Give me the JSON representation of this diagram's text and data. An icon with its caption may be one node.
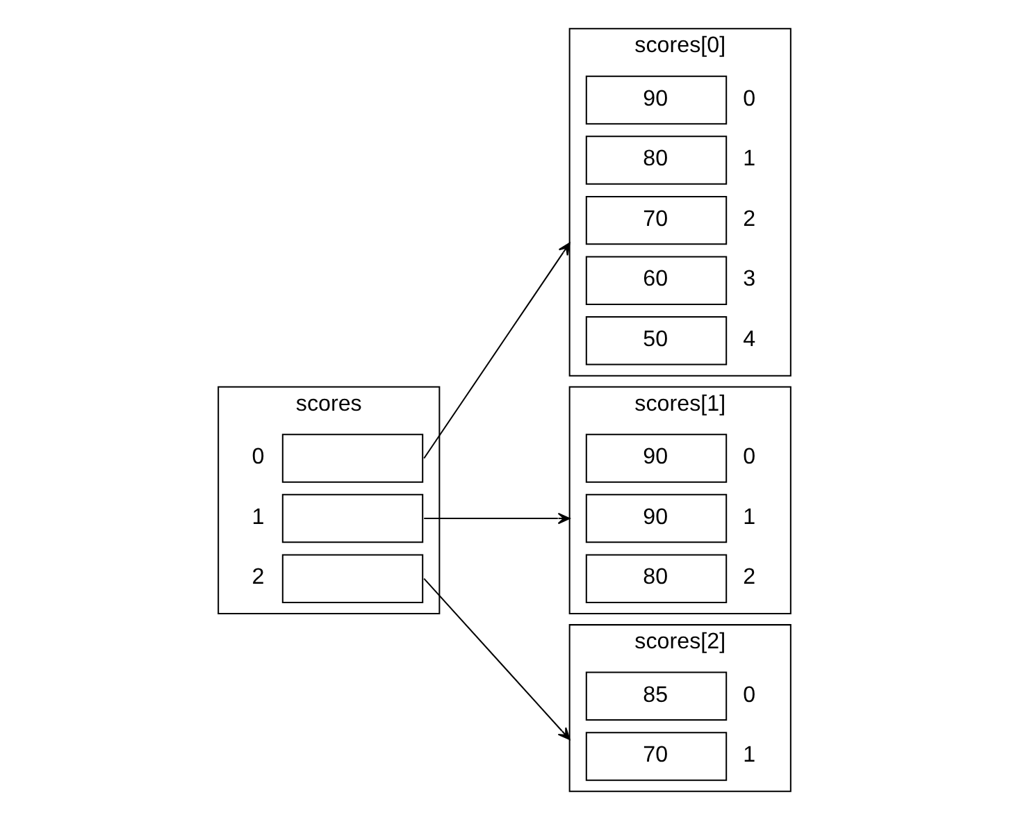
{
  "diagram": {
    "nodes": [
      {
        "text": [
          "scores"
        ]
      },
      {
        "text": [],
        "shape": "box",
        "in": 0,
        "beside": [
          "0"
        ]
      },
      {
        "text": [],
        "shape": "box",
        "in": 0,
        "beside": [
          "1"
        ]
      },
      {
        "text": [],
        "shape": "box",
        "in": 0,
        "beside": [
          "2"
        ]
      },
      {
        "text": [
          "scores[0]"
        ]
      },
      {
        "text": [
          "90"
        ],
        "in": 4,
        "beside": [
          "0"
        ]
      },
      {
        "text": [
          "80"
        ],
        "in": 4,
        "beside": [
          "1"
        ]
      },
      {
        "text": [
          "70"
        ],
        "in": 4,
        "beside": [
          "2"
        ]
      },
      {
        "text": [
          "60"
        ],
        "in": 4,
        "beside": [
          "3"
        ]
      },
      {
        "text": [
          "50"
        ],
        "in": 4,
        "beside": [
          "4"
        ]
      },
      {
        "text": [
          "scores[1]"
        ]
      },
      {
        "text": [
          "90"
        ],
        "in": 10,
        "beside": [
          "0"
        ]
      },
      {
        "text": [
          "90"
        ],
        "in": 10,
        "beside": [
          "1"
        ]
      },
      {
        "text": [
          "80"
        ],
        "in": 10,
        "beside": [
          "2"
        ]
      },
      {
        "text": [
          "scores[2]"
        ]
      },
      {
        "text": [
          "85"
        ],
        "in": 14,
        "beside": [
          "0"
        ]
      },
      {
        "text": [
          "70"
        ],
        "in": 14,
        "beside": [
          "1"
        ]
      }
    ],
    "edges": [
      {
        "from": 1,
        "to": 4,
        "arrow": "to"
      },
      {
        "from": 2,
        "to": 10,
        "arrow": "to"
      },
      {
        "from": 3,
        "to": 14,
        "arrow": "to"
      }
    ]
  }
}
